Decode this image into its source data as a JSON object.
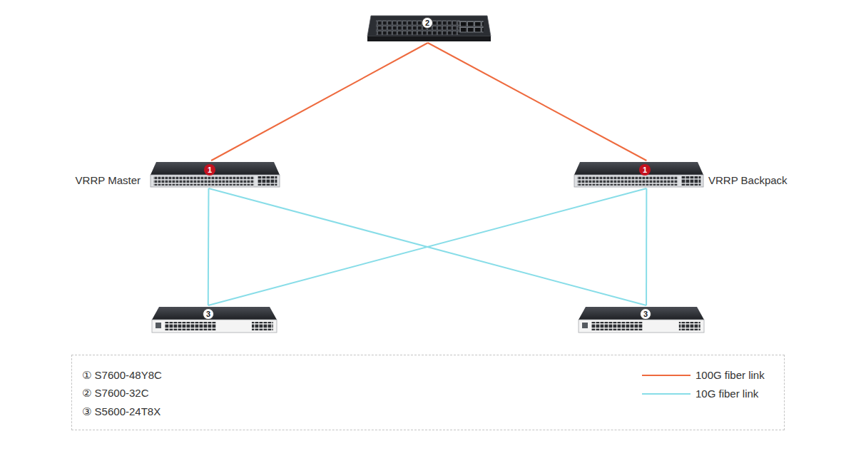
{
  "diagram": {
    "nodes": [
      {
        "text": [
          "2"
        ]
      },
      {
        "text": [
          "1",
          "VRRP Master"
        ]
      },
      {
        "text": [
          "1",
          "VRRP Backpack"
        ]
      },
      {
        "text": [
          "3"
        ]
      },
      {
        "text": [
          "3"
        ]
      }
    ],
    "edges": [
      {
        "from": 0,
        "to": 1,
        "arrow": "none"
      },
      {
        "from": 0,
        "to": 2,
        "arrow": "none"
      },
      {
        "from": 1,
        "to": 3,
        "arrow": "none"
      },
      {
        "from": 1,
        "to": 4,
        "arrow": "none"
      },
      {
        "from": 2,
        "to": 3,
        "arrow": "none"
      },
      {
        "from": 2,
        "to": 4,
        "arrow": "none"
      }
    ],
    "legend": [
      {
        "text": "① S7600-48Y8C"
      },
      {
        "text": "② S7600-32C"
      },
      {
        "text": "③ S5600-24T8X"
      },
      {
        "text": "100G fiber link"
      },
      {
        "text": "10G fiber link"
      }
    ]
  }
}
